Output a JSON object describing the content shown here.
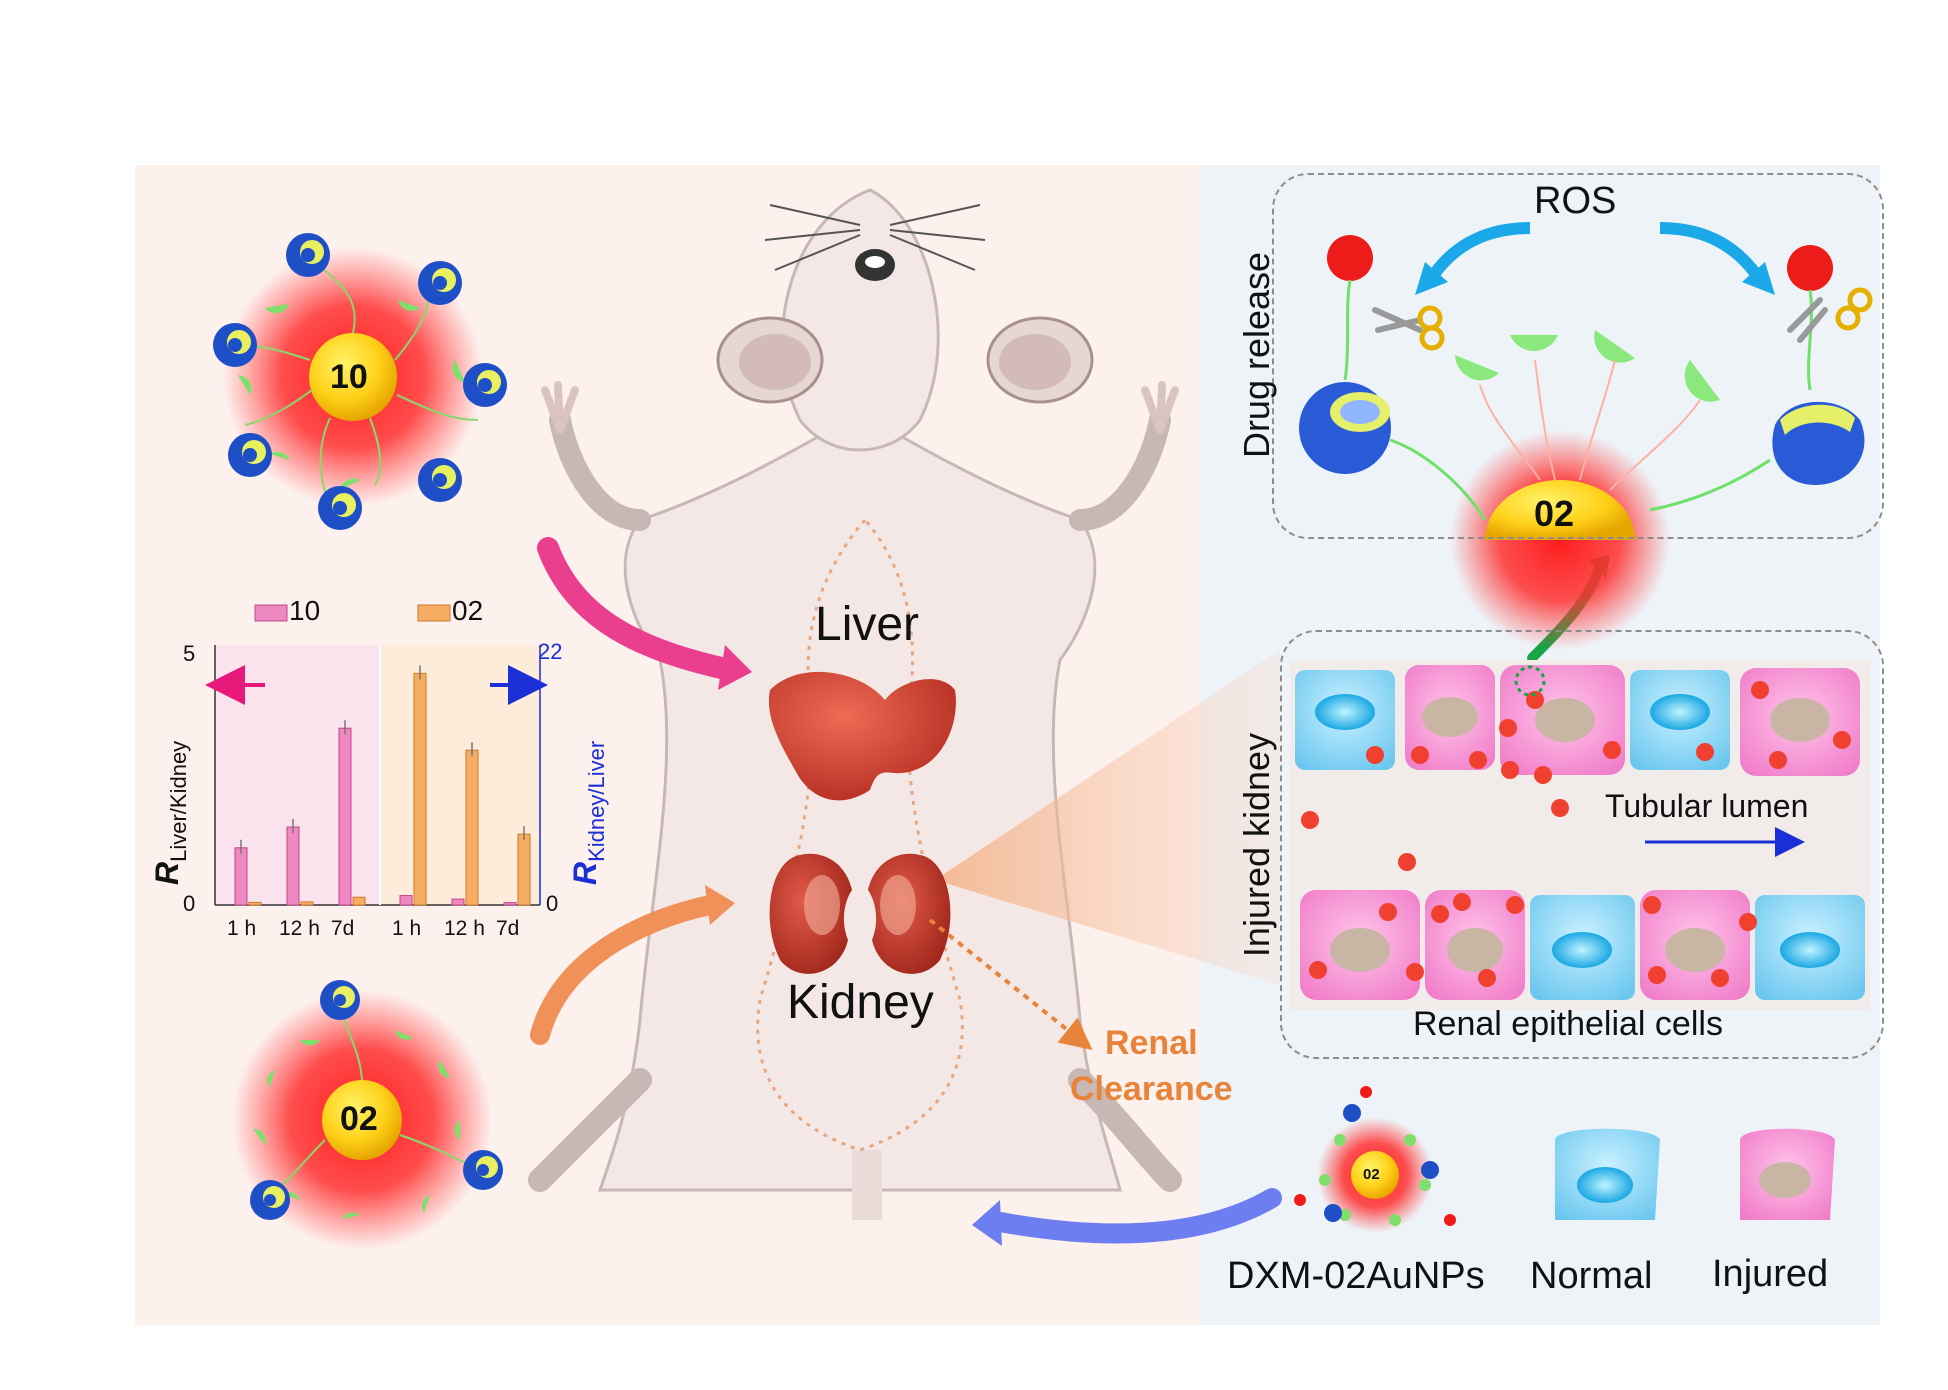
{
  "nanoparticles": {
    "np10_label": "10",
    "np02_label": "02",
    "np02_small_label": "02"
  },
  "organs": {
    "liver": "Liver",
    "kidney": "Kidney",
    "renal_clearance_line1": "Renal",
    "renal_clearance_line2": "Clearance"
  },
  "panels": {
    "drug_release": "Drug release",
    "ros": "ROS",
    "injured_kidney": "Injured kidney",
    "tubular_lumen": "Tubular lumen",
    "renal_epithelial_cells": "Renal epithelial cells"
  },
  "legend_bottom": {
    "dxm": "DXM-02AuNPs",
    "normal": "Normal",
    "injured": "Injured"
  },
  "colors": {
    "np10_bar": "#ee88c0",
    "np02_bar": "#f6ac62",
    "left_axis_arrow": "#e6197a",
    "right_axis_arrow": "#1a2fd6",
    "renal_clearance": "#e8843a"
  },
  "chart_data": {
    "type": "bar",
    "legend": [
      "10",
      "02"
    ],
    "left_panel": {
      "categories": [
        "1 h",
        "12 h",
        "7d"
      ],
      "series": [
        {
          "name": "10",
          "values": [
            1.1,
            1.5,
            3.4
          ],
          "axis": "left"
        },
        {
          "name": "02",
          "values": [
            0.05,
            0.06,
            0.15
          ],
          "axis": "left"
        }
      ]
    },
    "right_panel": {
      "categories": [
        "1 h",
        "12 h",
        "7d"
      ],
      "series": [
        {
          "name": "10",
          "values": [
            0.8,
            0.5,
            0.2
          ],
          "axis": "right"
        },
        {
          "name": "02",
          "values": [
            19.6,
            13.1,
            6.0
          ],
          "axis": "right"
        }
      ]
    },
    "left_axis": {
      "label_main": "R",
      "label_sub": "Liver/Kidney",
      "ylim": [
        0,
        5
      ],
      "ticks": [
        "5",
        "0"
      ]
    },
    "right_axis": {
      "label_main": "R",
      "label_sub": "Kidney/Liver",
      "ylim": [
        0,
        22
      ],
      "ticks": [
        "22",
        "0"
      ]
    }
  }
}
